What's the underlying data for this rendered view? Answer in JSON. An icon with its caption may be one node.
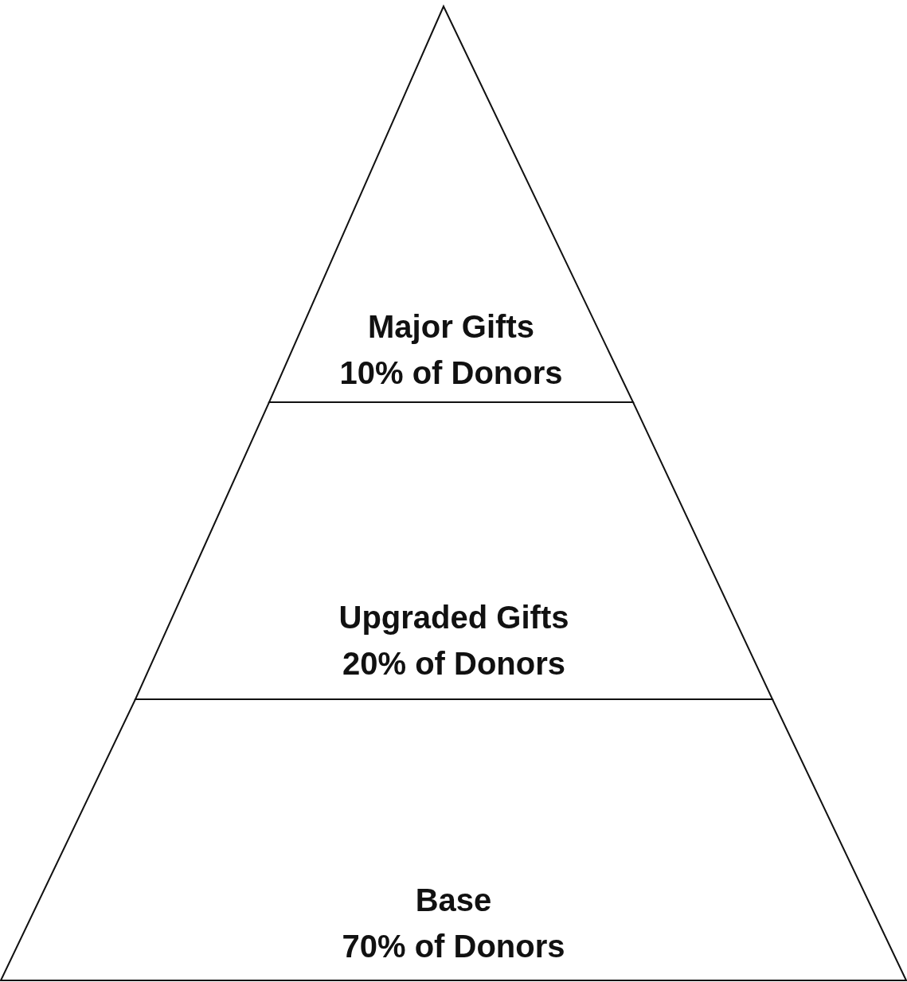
{
  "diagram": {
    "nodes": [
      {
        "text": [
          "Major Gifts",
          "10% of Donors"
        ]
      },
      {
        "text": [
          "Upgraded Gifts",
          "20% of Donors"
        ]
      },
      {
        "text": [
          "Base",
          "70% of Donors"
        ]
      }
    ]
  }
}
